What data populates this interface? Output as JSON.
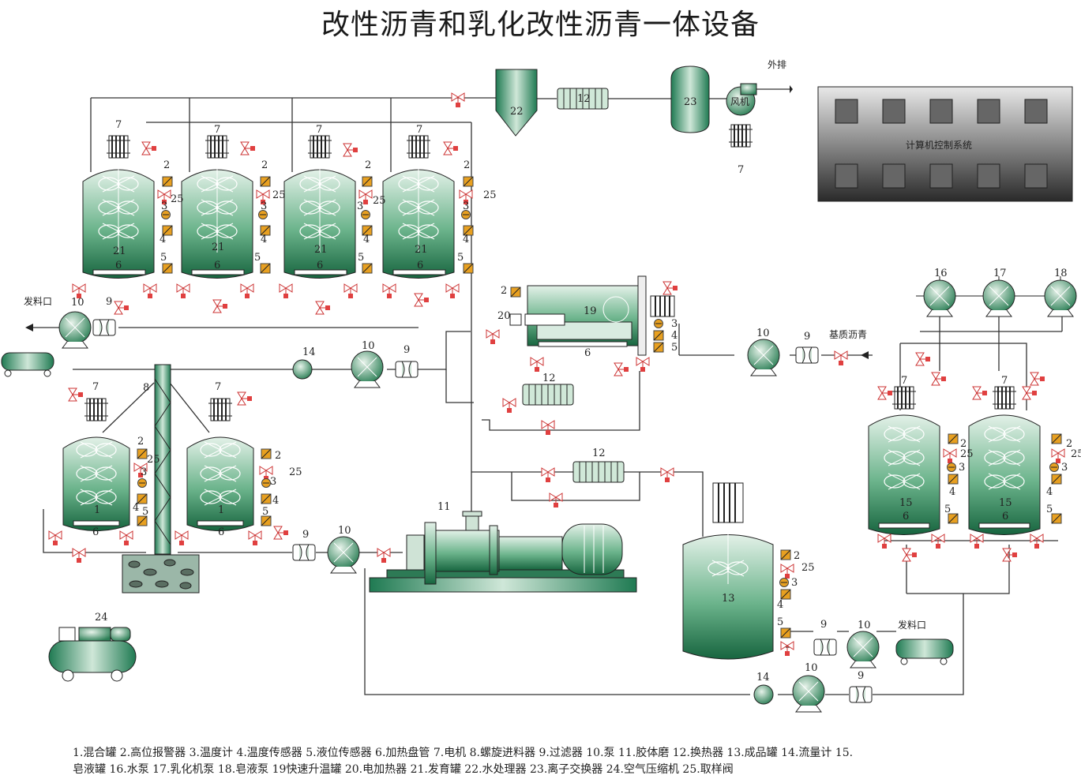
{
  "title": "改性沥青和乳化改性沥青一体设备",
  "labels": {
    "waipai": "外排",
    "fengji": "风机",
    "computer": "计算机控制系统",
    "faliao_left": "发料口",
    "faliao_right": "发料口",
    "jizhi": "基质沥青"
  },
  "legend_text": "1.混合罐 2.高位报警器 3.温度计 4.温度传感器 5.液位传感器 6.加热盘管 7.电机 8.螺旋进料器 9.过滤器 10.泵 11.胶体磨 12.换热器 13.成品罐 14.流量计 15.皂液罐 16.水泵 17.乳化机泵 18.皂液泵 19快速升温罐 20.电加热器 21.发育罐 22.水处理器 23.离子交换器 24.空气压缩机 25.取样阀",
  "nums": {
    "n1": "1",
    "n2": "2",
    "n3": "3",
    "n4": "4",
    "n5": "5",
    "n6": "6",
    "n7": "7",
    "n8": "8",
    "n9": "9",
    "n10": "10",
    "n11": "11",
    "n12": "12",
    "n13": "13",
    "n14": "14",
    "n15": "15",
    "n16": "16",
    "n17": "17",
    "n18": "18",
    "n19": "19",
    "n20": "20",
    "n21": "21",
    "n22": "22",
    "n23": "23",
    "n24": "24",
    "n25": "25"
  },
  "colors": {
    "tank_top": "#cfe7d8",
    "tank_bottom": "#1f7a52",
    "valve": "#e05a5a",
    "sensor": "#e8a020"
  }
}
